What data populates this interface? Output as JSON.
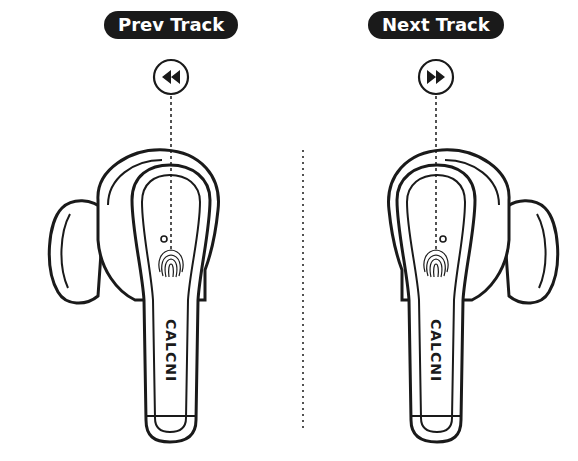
{
  "diagram": {
    "nodes": [
      {
        "text": [
          "Prev Track"
        ]
      },
      {
        "text": [
          "Next Track"
        ]
      }
    ],
    "labels": [
      "CALCNI",
      "CALCNI"
    ]
  }
}
